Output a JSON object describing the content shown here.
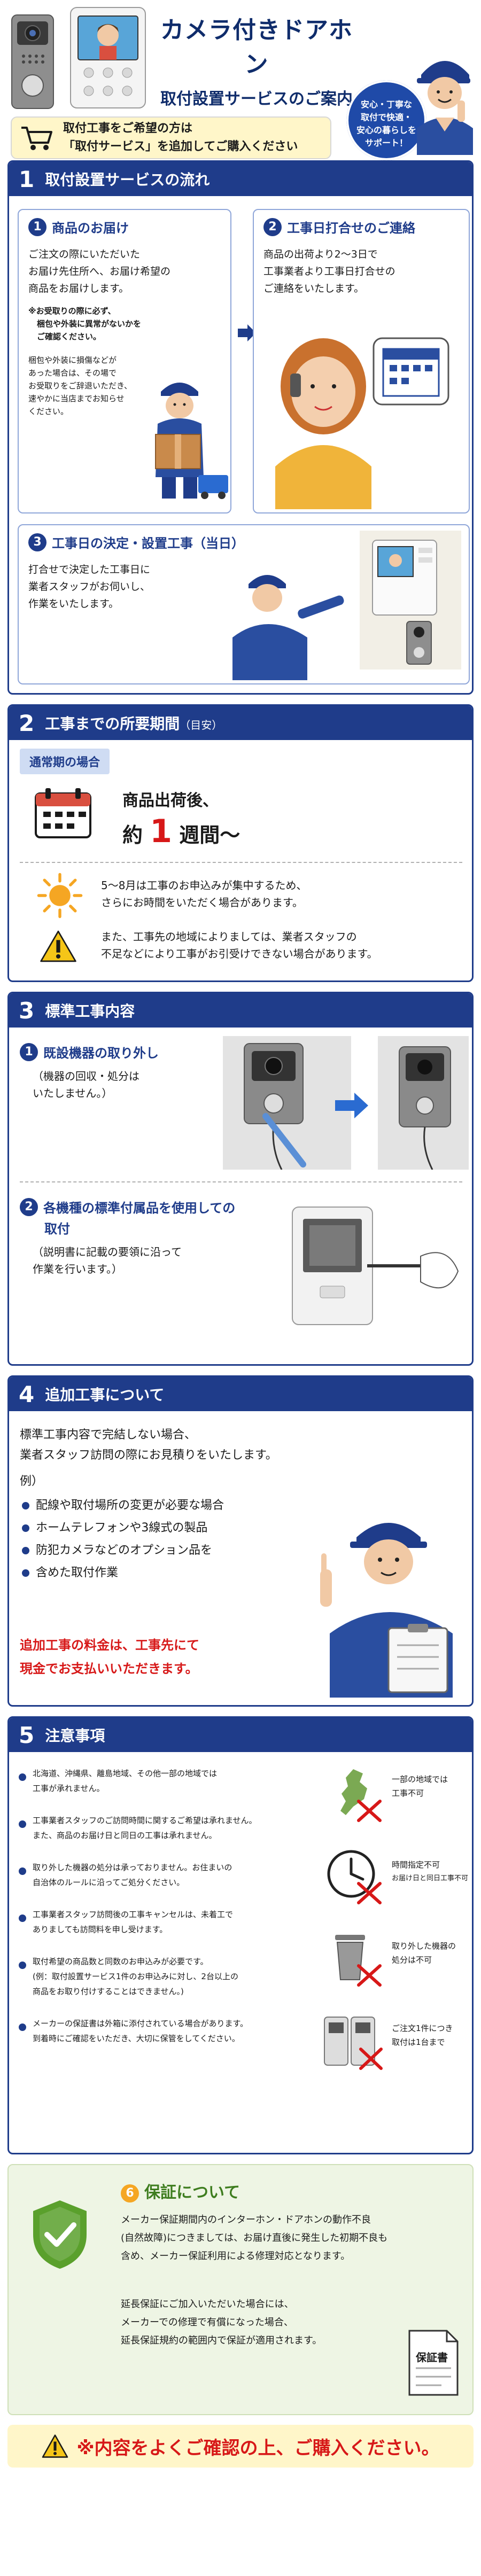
{
  "header": {
    "title_line1": "カメラ付きドアホン",
    "title_line2": "取付設置サービスのご案内",
    "bubble_line1": "安心・丁寧な",
    "bubble_line2": "取付で快適・",
    "bubble_line3": "安心の暮らしを",
    "bubble_line4": "サポート！",
    "cart_line1": "取付工事をご希望の方は",
    "cart_line2": "「取付サービス」を追加してご購入ください"
  },
  "s1": {
    "num": "1",
    "title": "取付設置サービスの流れ",
    "step1": {
      "num": "1",
      "title": "商品のお届け",
      "text1": "ご注文の際にいただいた",
      "text2": "お届け先住所へ、お届け希望の",
      "text3": "商品をお届けします。",
      "warn1": "※お受取りの際に必ず、",
      "warn2": "梱包や外装に異常がないかを",
      "warn3": "ご確認ください。",
      "note1": "梱包や外装に損傷などが",
      "note2": "あった場合は、その場で",
      "note3": "お受取りをご辞退いただき、",
      "note4": "速やかに当店までお知らせ",
      "note5": "ください。"
    },
    "step2": {
      "num": "2",
      "title": "工事日打合せのご連絡",
      "text1": "商品の出荷より2～3日で",
      "text2": "工事業者より工事日打合せの",
      "text3": "ご連絡をいたします。"
    },
    "step3": {
      "num": "3",
      "title": "工事日の決定・設置工事（当日）",
      "text1": "打合せで決定した工事日に",
      "text2": "業者スタッフがお伺いし、",
      "text3": "作業をいたします。"
    }
  },
  "s2": {
    "num": "2",
    "title": "工事までの所要期間",
    "title_small": "（目安）",
    "tag": "通常期の場合",
    "lead": "商品出荷後、",
    "big_prefix": "約",
    "big_num": "1",
    "big_suffix": "週間～",
    "note1_l1": "5～8月は工事のお申込みが集中するため、",
    "note1_l2": "さらにお時間をいただく場合があります。",
    "note2_l1": "また、工事先の地域によりましては、業者スタッフの",
    "note2_l2": "不足などにより工事がお引受けできない場合があります。"
  },
  "s3": {
    "num": "3",
    "title": "標準工事内容",
    "item1": {
      "num": "1",
      "title": "既設機器の取り外し",
      "text1": "（機器の回収・処分は",
      "text2": "いたしません。）"
    },
    "item2": {
      "num": "2",
      "title_l1": "各機種の標準付属品を使用しての",
      "title_l2": "取付",
      "text1": "（説明書に記載の要領に沿って",
      "text2": "作業を行います。）"
    }
  },
  "s4": {
    "num": "4",
    "title": "追加工事について",
    "text1": "標準工事内容で完結しない場合、",
    "text2": "業者スタッフ訪問の際にお見積りをいたします。",
    "ex": "例）",
    "items": [
      "配線や取付場所の変更が必要な場合",
      "ホームテレフォンや3線式の製品",
      "防犯カメラなどのオプション品を",
      "含めた取付作業"
    ],
    "red1": "追加工事の料金は、工事先にて",
    "red2": "現金でお支払いいただきます。"
  },
  "s5": {
    "num": "5",
    "title": "注意事項",
    "n1_l1": "北海道、沖縄県、離島地域、その他一部の地域では",
    "n1_l2": "工事が承れません。",
    "n2_l1": "工事業者スタッフのご訪問時間に関するご希望は承れません。",
    "n2_l2": "また、商品のお届け日と同日の工事は承れません。",
    "n3_l1": "取り外した機器の処分は承っておりません。お住まいの",
    "n3_l2": "自治体のルールに沿ってご処分ください。",
    "n4_l1": "工事業者スタッフ訪問後の工事キャンセルは、未着工で",
    "n4_l2": "ありましても訪問料を申し受けます。",
    "n5_l1": "取付希望の商品数と同数のお申込みが必要です。",
    "n5_l2": "(例：取付設置サービス1件のお申込みに対し、2台以上の",
    "n5_l3": "商品をお取り付けすることはできません。)",
    "n6_l1": "メーカーの保証書は外箱に添付されている場合があります。",
    "n6_l2": "到着時にご確認をいただき、大切に保管をしてください。",
    "i1_l1": "一部の地域では",
    "i1_l2": "工事不可",
    "i2_l1": "時間指定不可",
    "i2_l2": "お届け日と同日工事不可",
    "i3_l1": "取り外した機器の",
    "i3_l2": "処分は不可",
    "i4_l1": "ご注文1件につき",
    "i4_l2": "取付は1台まで"
  },
  "s6": {
    "num": "6",
    "title": "保証について",
    "p1_l1": "メーカー保証期間内のインターホン・ドアホンの動作不良",
    "p1_l2": "(自然故障)につきましては、お届け直後に発生した初期不良も",
    "p1_l3": "含め、メーカー保証利用による修理対応となります。",
    "p2_l1": "延長保証にご加入いただいた場合には、",
    "p2_l2": "メーカーでの修理で有償になった場合、",
    "p2_l3": "延長保証規約の範囲内で保証が適用されます。",
    "doc_label": "保証書"
  },
  "footer": {
    "text": "※内容をよくご確認の上、ご購入ください。"
  }
}
